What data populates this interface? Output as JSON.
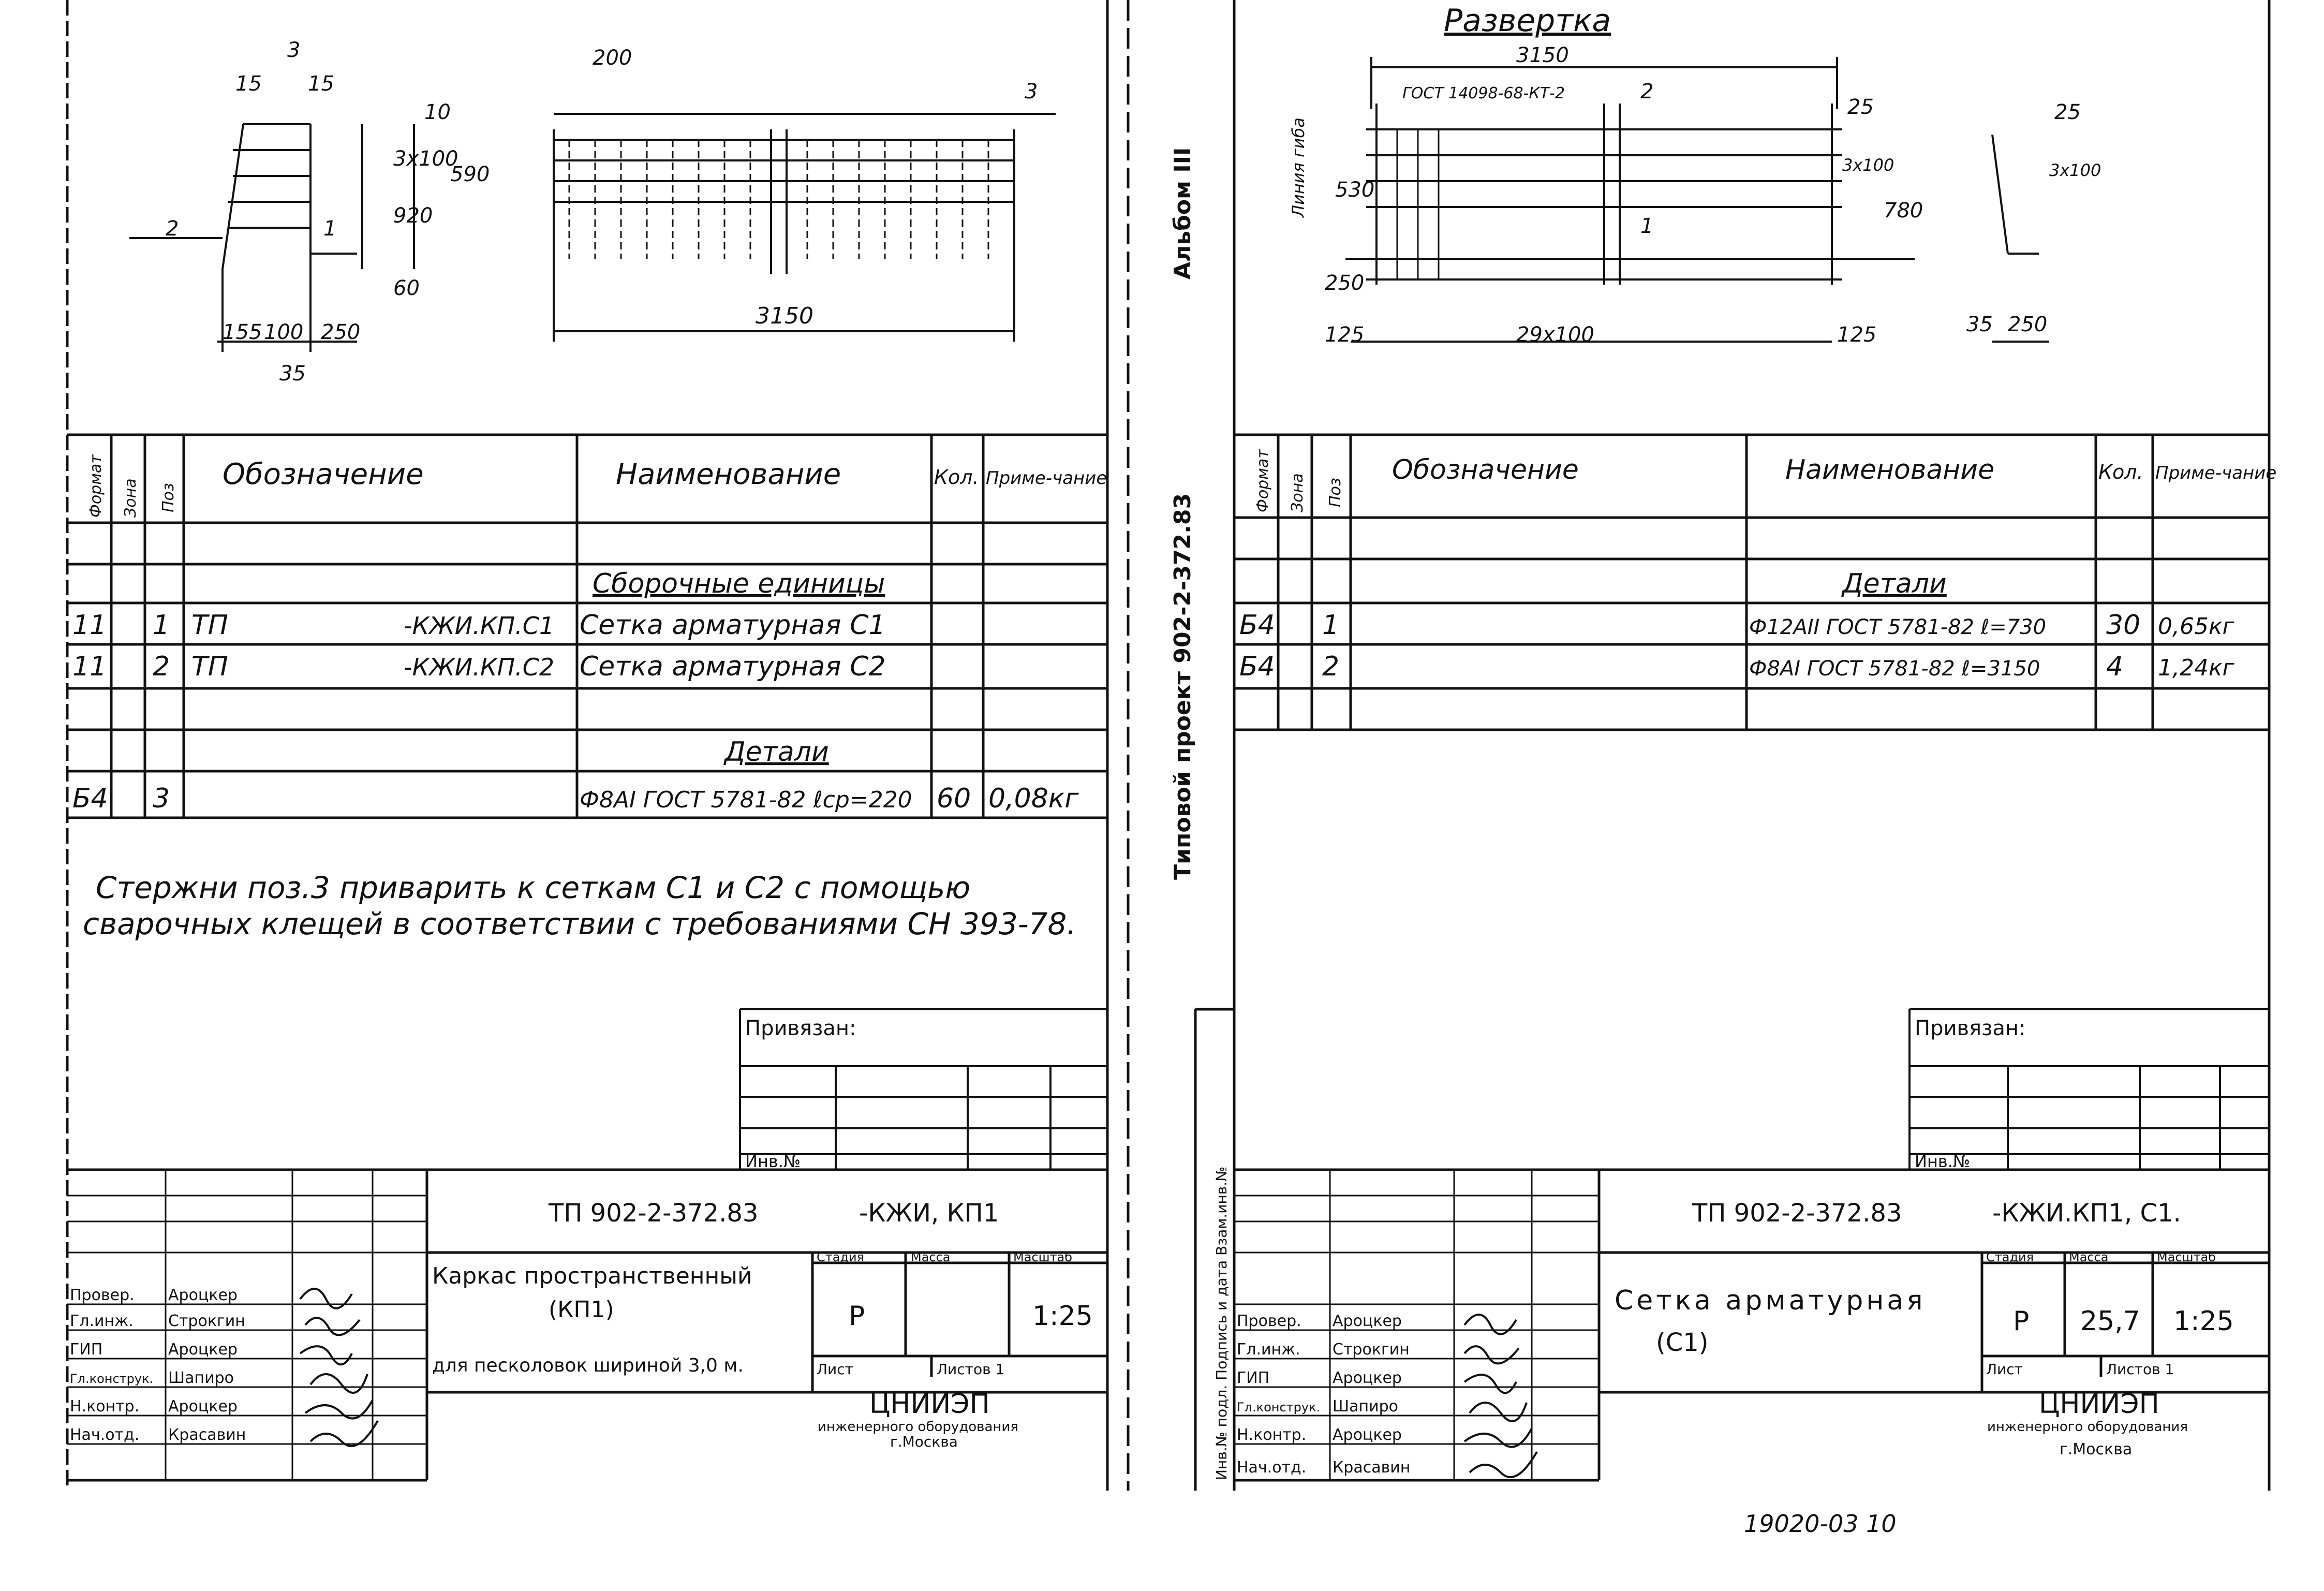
{
  "left_sheet": {
    "sketch_labels": [
      "3",
      "15",
      "15",
      "2",
      "1",
      "10",
      "3x100",
      "590",
      "920",
      "60",
      "155",
      "100",
      "250",
      "35",
      "200",
      "3",
      "3150"
    ],
    "spec_table": {
      "header": {
        "format": "Формат",
        "zone": "Зона",
        "pos": "Поз",
        "designation": "Обозначение",
        "name": "Наименование",
        "qty": "Кол.",
        "note": "Приме-чание"
      },
      "section_assemblies": "Сборочные единицы",
      "rows": [
        {
          "format": "11",
          "pos": "1",
          "doc": "ТП",
          "designation": "-КЖИ.КП.С1",
          "name": "Сетка арматурная С1",
          "qty": "",
          "note": ""
        },
        {
          "format": "11",
          "pos": "2",
          "doc": "ТП",
          "designation": "-КЖИ.КП.С2",
          "name": "Сетка арматурная С2",
          "qty": "",
          "note": ""
        }
      ],
      "section_parts": "Детали",
      "part_rows": [
        {
          "format": "Б4",
          "pos": "3",
          "name": "Ф8АI ГОСТ 5781-82 ℓср=220",
          "qty": "60",
          "note": "0,08кг"
        }
      ]
    },
    "note_line1": "Стержни поз.3 приварить к сеткам С1 и С2 с помощью",
    "note_line2": "сварочных клещей в соответствии с требованиями СН 393-78.",
    "privyazan": "Привязан:",
    "inv_no": "Инв.№",
    "title_block": {
      "code": "ТП 902-2-372.83",
      "suffix": "-КЖИ, КП1",
      "title_line1": "Каркас пространственный",
      "title_line2": "(КП1)",
      "title_line3": "для песколовок шириной 3,0 м.",
      "stage_label": "Стадия",
      "mass_label": "Масса",
      "scale_label": "Масштаб",
      "stage": "Р",
      "mass": "",
      "scale": "1:25",
      "sheet_label": "Лист",
      "sheets_label": "Листов 1",
      "org_name": "ЦНИИЭП",
      "org_line2": "инженерного оборудования",
      "org_city": "г.Москва",
      "signers": [
        {
          "role": "Провер.",
          "name": "Ароцкер"
        },
        {
          "role": "Гл.инж.",
          "name": "Строкгин"
        },
        {
          "role": "ГИП",
          "name": "Ароцкер"
        },
        {
          "role": "Гл.конструк.",
          "name": "Шапиро"
        },
        {
          "role": "Н.контр.",
          "name": "Ароцкер"
        },
        {
          "role": "Нач.отд.",
          "name": "Красавин"
        }
      ]
    }
  },
  "middle_strip": {
    "project_text": "Типовой проект 902-2-372.83",
    "album": "Альбом III",
    "inv_caption": "Инв.№ подл.  Подпись и дата  Взам.инв.№"
  },
  "right_sheet": {
    "sketch_title": "Развертка",
    "sketch_labels": [
      "3150",
      "ГОСТ 14098-68-КТ-2",
      "2",
      "25",
      "3x100",
      "780",
      "530",
      "Линия гиба",
      "1",
      "250",
      "125",
      "29x100",
      "125",
      "25",
      "3x100",
      "35",
      "250"
    ],
    "spec_table": {
      "header": {
        "format": "Формат",
        "zone": "Зона",
        "pos": "Поз",
        "designation": "Обозначение",
        "name": "Наименование",
        "qty": "Кол.",
        "note": "Приме-чание"
      },
      "section_parts": "Детали",
      "part_rows": [
        {
          "format": "Б4",
          "pos": "1",
          "name": "Ф12АII ГОСТ 5781-82 ℓ=730",
          "qty": "30",
          "note": "0,65кг"
        },
        {
          "format": "Б4",
          "pos": "2",
          "name": "Ф8АI ГОСТ 5781-82 ℓ=3150",
          "qty": "4",
          "note": "1,24кг"
        }
      ]
    },
    "privyazan": "Привязан:",
    "inv_no": "Инв.№",
    "title_block": {
      "code": "ТП 902-2-372.83",
      "suffix": "-КЖИ.КП1, С1.",
      "title_line1": "Сетка арматурная",
      "title_line2": "(С1)",
      "stage_label": "Стадия",
      "mass_label": "Масса",
      "scale_label": "Масштаб",
      "stage": "Р",
      "mass": "25,7",
      "scale": "1:25",
      "sheet_label": "Лист",
      "sheets_label": "Листов 1",
      "org_name": "ЦНИИЭП",
      "org_line2": "инженерного оборудования",
      "org_city": "г.Москва",
      "signers": [
        {
          "role": "Провер.",
          "name": "Ароцкер"
        },
        {
          "role": "Гл.инж.",
          "name": "Строкгин"
        },
        {
          "role": "ГИП",
          "name": "Ароцкер"
        },
        {
          "role": "Гл.конструк.",
          "name": "Шапиро"
        },
        {
          "role": "Н.контр.",
          "name": "Ароцкер"
        },
        {
          "role": "Нач.отд.",
          "name": "Красавин"
        }
      ]
    },
    "footer_number": "19020-03  10"
  }
}
